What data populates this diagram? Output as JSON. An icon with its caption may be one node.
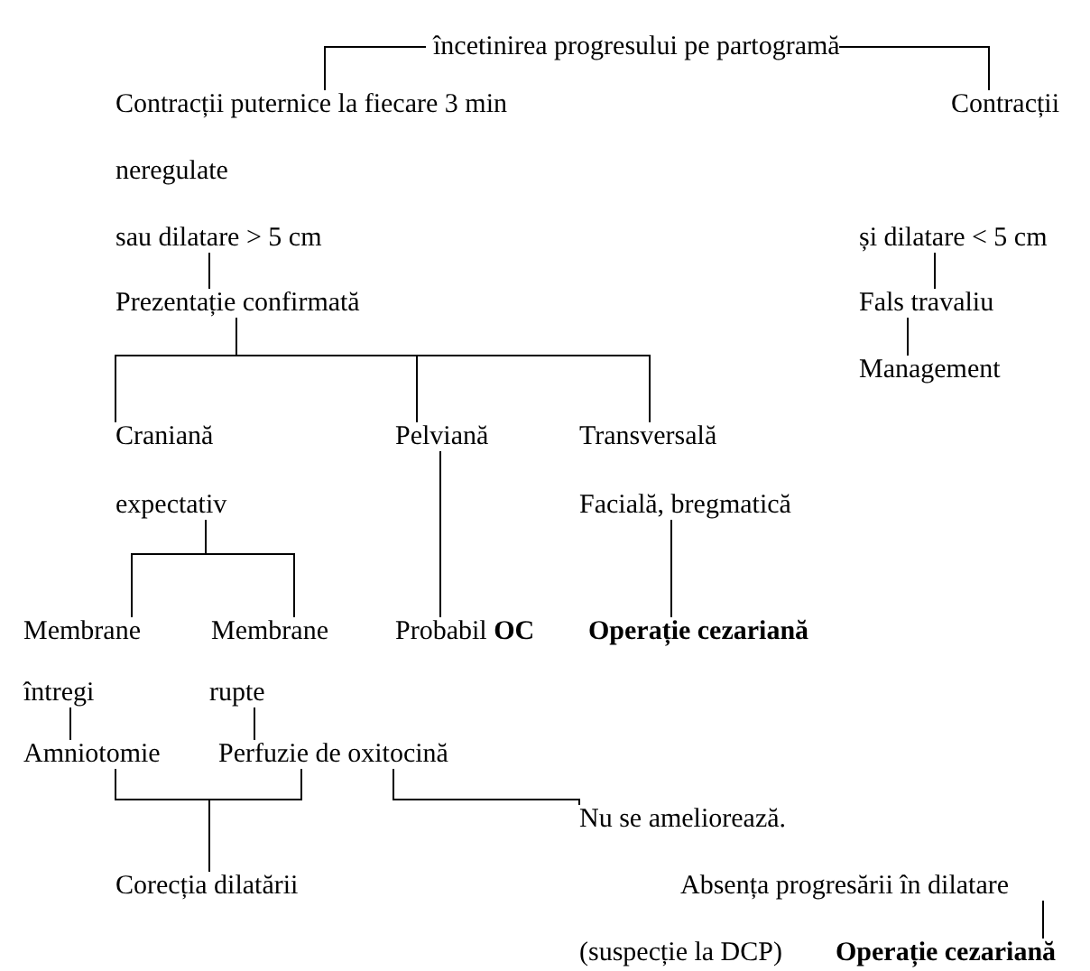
{
  "diagram": {
    "nodes": [
      {
        "text": [
          "încetinirea progresului pe partogramă"
        ]
      },
      {
        "text": [
          "Contracții puternice la fiecare 3 min"
        ]
      },
      {
        "text": [
          "Contracții"
        ]
      },
      {
        "text": [
          "neregulate"
        ]
      },
      {
        "text": [
          "sau dilatare > 5 cm"
        ]
      },
      {
        "text": [
          "și dilatare < 5 cm"
        ]
      },
      {
        "text": [
          "Prezentație confirmată"
        ]
      },
      {
        "text": [
          "Fals travaliu"
        ]
      },
      {
        "text": [
          "Management"
        ]
      },
      {
        "text": [
          "Craniană"
        ]
      },
      {
        "text": [
          "Pelviană"
        ]
      },
      {
        "text": [
          "Transversală"
        ]
      },
      {
        "text": [
          "expectativ"
        ]
      },
      {
        "text": [
          "Facială, bregmatică"
        ]
      },
      {
        "text": [
          "Membrane"
        ]
      },
      {
        "text": [
          "Membrane"
        ]
      },
      {
        "text": [
          "Probabil **OC**"
        ]
      },
      {
        "text": [
          "Operație cezariană"
        ]
      },
      {
        "text": [
          "întregi"
        ]
      },
      {
        "text": [
          "rupte"
        ]
      },
      {
        "text": [
          "Amniotomie"
        ]
      },
      {
        "text": [
          "Perfuzie de oxitocină"
        ]
      },
      {
        "text": [
          "Nu se ameliorează."
        ]
      },
      {
        "text": [
          "Corecția dilatării"
        ]
      },
      {
        "text": [
          "Absența progresării în dilatare"
        ]
      },
      {
        "text": [
          "Operație cezariană"
        ]
      }
    ],
    "edges": [
      {
        "from": 0,
        "to": 1,
        "arrow": "none"
      },
      {
        "from": 0,
        "to": 2,
        "arrow": "none"
      },
      {
        "from": 4,
        "to": 6,
        "arrow": "none"
      },
      {
        "from": 5,
        "to": 7,
        "arrow": "none"
      },
      {
        "from": 7,
        "to": 8,
        "arrow": "none"
      },
      {
        "from": 6,
        "to": 9,
        "arrow": "none"
      },
      {
        "from": 6,
        "to": 10,
        "arrow": "none"
      },
      {
        "from": 6,
        "to": 11,
        "arrow": "none"
      },
      {
        "from": 12,
        "to": 14,
        "arrow": "none"
      },
      {
        "from": 12,
        "to": 15,
        "arrow": "none"
      },
      {
        "from": 10,
        "to": 16,
        "arrow": "none"
      },
      {
        "from": 13,
        "to": 17,
        "arrow": "none"
      },
      {
        "from": 18,
        "to": 20,
        "arrow": "none"
      },
      {
        "from": 19,
        "to": 21,
        "arrow": "none"
      },
      {
        "from": 20,
        "to": 23,
        "arrow": "none"
      },
      {
        "from": 21,
        "to": 23,
        "arrow": "none"
      },
      {
        "from": 21,
        "to": 22,
        "arrow": "none"
      },
      {
        "from": 24,
        "to": 25,
        "arrow": "none"
      }
    ],
    "labels": [
      "(suspecție la DCP)"
    ]
  }
}
